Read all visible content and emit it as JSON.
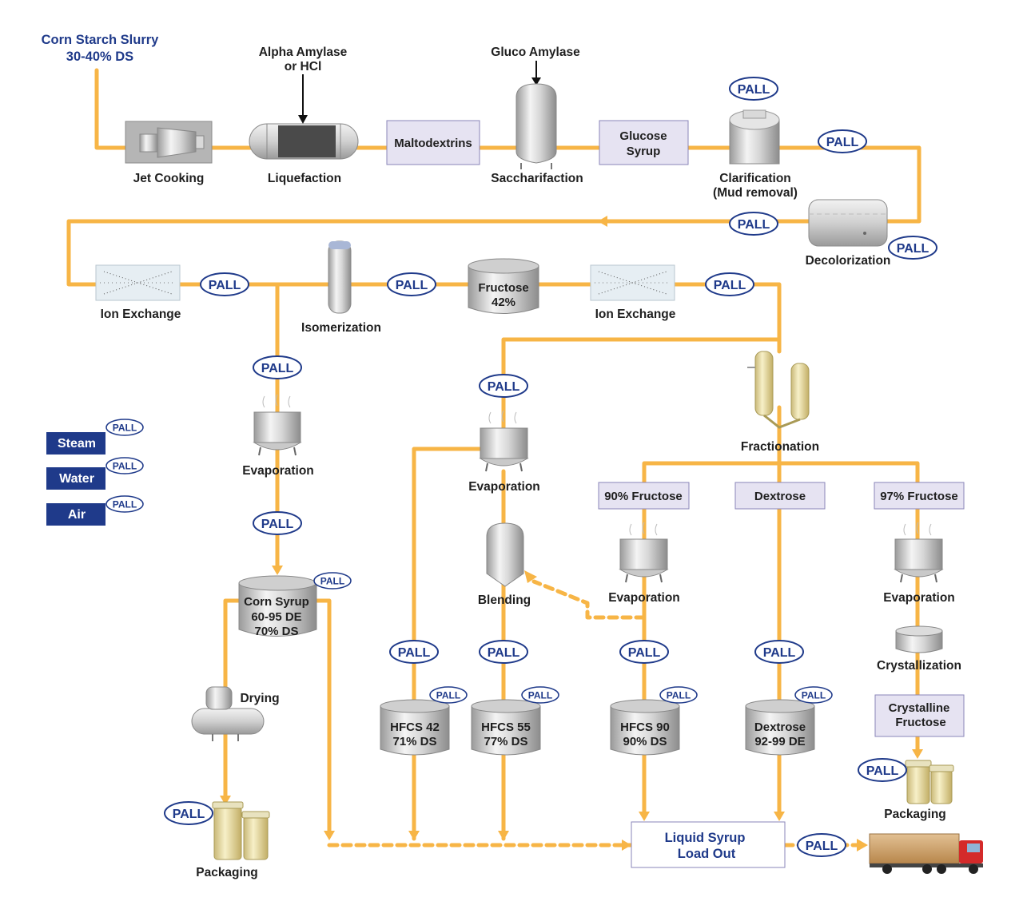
{
  "feed": {
    "line1": "Corn Starch Slurry",
    "line2": "30-40% DS"
  },
  "inputs": {
    "alpha_line1": "Alpha Amylase",
    "alpha_line2": "or HCl",
    "gluco": "Gluco Amylase"
  },
  "steps": {
    "jet_cooking": "Jet Cooking",
    "liquefaction": "Liquefaction",
    "saccharifaction": "Saccharifaction",
    "clarification_line1": "Clarification",
    "clarification_line2": "(Mud removal)",
    "decolorization": "Decolorization",
    "ion_exchange_1": "Ion Exchange",
    "isomerization": "Isomerization",
    "ion_exchange_2": "Ion Exchange",
    "fractionation": "Fractionation",
    "evaporation_left": "Evaporation",
    "evaporation_mid": "Evaporation",
    "blending": "Blending",
    "evaporation_90": "Evaporation",
    "evaporation_97": "Evaporation",
    "crystallization": "Crystallization",
    "drying": "Drying",
    "packaging_left": "Packaging",
    "packaging_right": "Packaging"
  },
  "boxes": {
    "maltodextrins": "Maltodextrins",
    "glucose_line1": "Glucose",
    "glucose_line2": "Syrup",
    "fructose90": "90% Fructose",
    "dextrose": "Dextrose",
    "fructose97": "97% Fructose",
    "crystalline_line1": "Crystalline",
    "crystalline_line2": "Fructose",
    "loadout_line1": "Liquid Syrup",
    "loadout_line2": "Load Out"
  },
  "tanks": {
    "fructose42_line1": "Fructose",
    "fructose42_line2": "42%",
    "corn_syrup_line1": "Corn Syrup",
    "corn_syrup_line2": "60-95 DE",
    "corn_syrup_line3": "70% DS",
    "hfcs42_line1": "HFCS 42",
    "hfcs42_line2": "71% DS",
    "hfcs55_line1": "HFCS 55",
    "hfcs55_line2": "77% DS",
    "hfcs90_line1": "HFCS 90",
    "hfcs90_line2": "90% DS",
    "dextrose_line1": "Dextrose",
    "dextrose_line2": "92-99 DE"
  },
  "legend": {
    "steam": "Steam",
    "water": "Water",
    "air": "Air"
  },
  "badge_text": "PALL",
  "colors": {
    "pipe": "#f7b546",
    "brand_navy": "#1f3a8a",
    "legend_fill": "#1f3a8a",
    "box_fill": "#e6e3f2",
    "box_stroke": "#8a86b8",
    "truck_red": "#d42a2a",
    "truck_cargo": "#c79a63"
  }
}
